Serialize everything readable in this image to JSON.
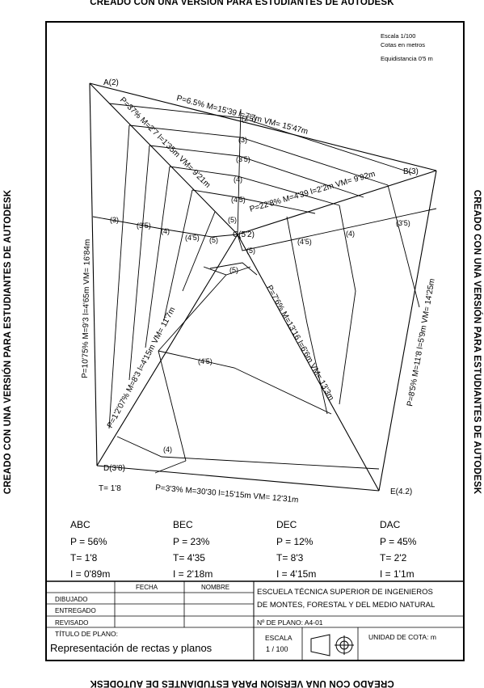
{
  "watermark": "CREADO CON UNA VERSIÓN PARA ESTUDIANTES DE AUTODESK",
  "legend": {
    "scale": "Escala 1/100",
    "units": "Cotas en metros",
    "equidistance": "Equidistancia 0'5 m"
  },
  "points": {
    "A": "A(2)",
    "B": "B(3)",
    "C": "C(5'2)",
    "D": "D(3'8)",
    "E": "E(4.2)"
  },
  "edge_labels": {
    "AB": "P=6.5% M=15'39 l=7'7m VM= 15'47m",
    "AC": "P=37% M=2'7 l=1'35m VM= 9'21m",
    "BC": "P=22'8% M=4'39 l=2'2m VM= 9'92m",
    "AD": "P=10'75% M=9'3 l=4'65m VM= 16'84m",
    "DC": "P=1'2'07% M=8'3 l=4'15m VM= 11'7m",
    "CE": "P=7'6% M=13'16 l=6'6m VM= 13'3m",
    "BE": "P=8'5% M=11'8 l=5'9m VM= 14'25m",
    "DE": "P=3'3% M=30'30 l=15'15m VM= 12'31m",
    "T": "T= 1'8"
  },
  "contour_labels": {
    "ab1": "(2'5)",
    "ab2": "(3)",
    "ab3": "(3'5)",
    "ab4": "(4)",
    "ab5": "(4'5)",
    "ab6": "(5)",
    "ad1": "(3)",
    "ad2": "(3'5)",
    "ad3": "(4)",
    "ad4": "(4'5)",
    "ad5": "(5)",
    "bc1": "(5)",
    "bc2": "(4'5)",
    "bc3": "(4)",
    "bc4": "(3'5)",
    "ce1": "(5)",
    "dc1": "(4'5)",
    "de1": "(4)"
  },
  "planes": [
    {
      "name": "ABC",
      "P": "P = 56%",
      "T": "T= 1'8",
      "I": "I = 0'89m"
    },
    {
      "name": "BEC",
      "P": "P = 23%",
      "T": "T= 4'35",
      "I": "I = 2'18m"
    },
    {
      "name": "DEC",
      "P": "P = 12%",
      "T": "T= 8'3",
      "I": "I = 4'15m"
    },
    {
      "name": "DAC",
      "P": "P = 45%",
      "T": "T= 2'2",
      "I": "I = 1'1m"
    }
  ],
  "title_block": {
    "col_fecha": "FECHA",
    "col_nombre": "NOMBRE",
    "row_dibujado": "DIBUJADO",
    "row_entregado": "ENTREGADO",
    "row_revisado": "REVISADO",
    "school_1": "ESCUELA TÉCNICA SUPERIOR DE INGENIEROS",
    "school_2": "DE MONTES, FORESTAL Y DEL MEDIO NATURAL",
    "plan_no": "Nº DE PLANO:  A4-01",
    "title_label": "TÍTULO DE PLANO:",
    "title": "Representación de rectas y planos",
    "escala_label": "ESCALA",
    "escala_value": "1 / 100",
    "unit_label": "UNIDAD DE COTA: m"
  }
}
